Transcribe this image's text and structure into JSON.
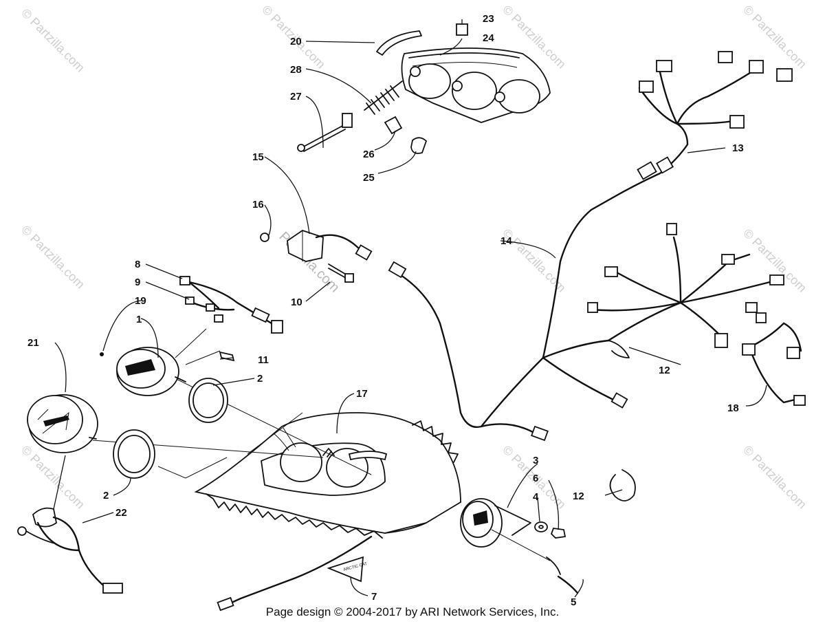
{
  "watermark": "© Partzilla.com",
  "watermark_center": "Partzilla.com",
  "footer": "Page design © 2004-2017 by ARI Network Services, Inc.",
  "badge_text": "ARCTIC CAT",
  "callouts": [
    "1",
    "2",
    "2",
    "3",
    "4",
    "5",
    "6",
    "7",
    "8",
    "9",
    "10",
    "11",
    "12",
    "12",
    "13",
    "14",
    "15",
    "16",
    "17",
    "18",
    "19",
    "20",
    "21",
    "22",
    "23",
    "24",
    "25",
    "26",
    "27",
    "28"
  ]
}
